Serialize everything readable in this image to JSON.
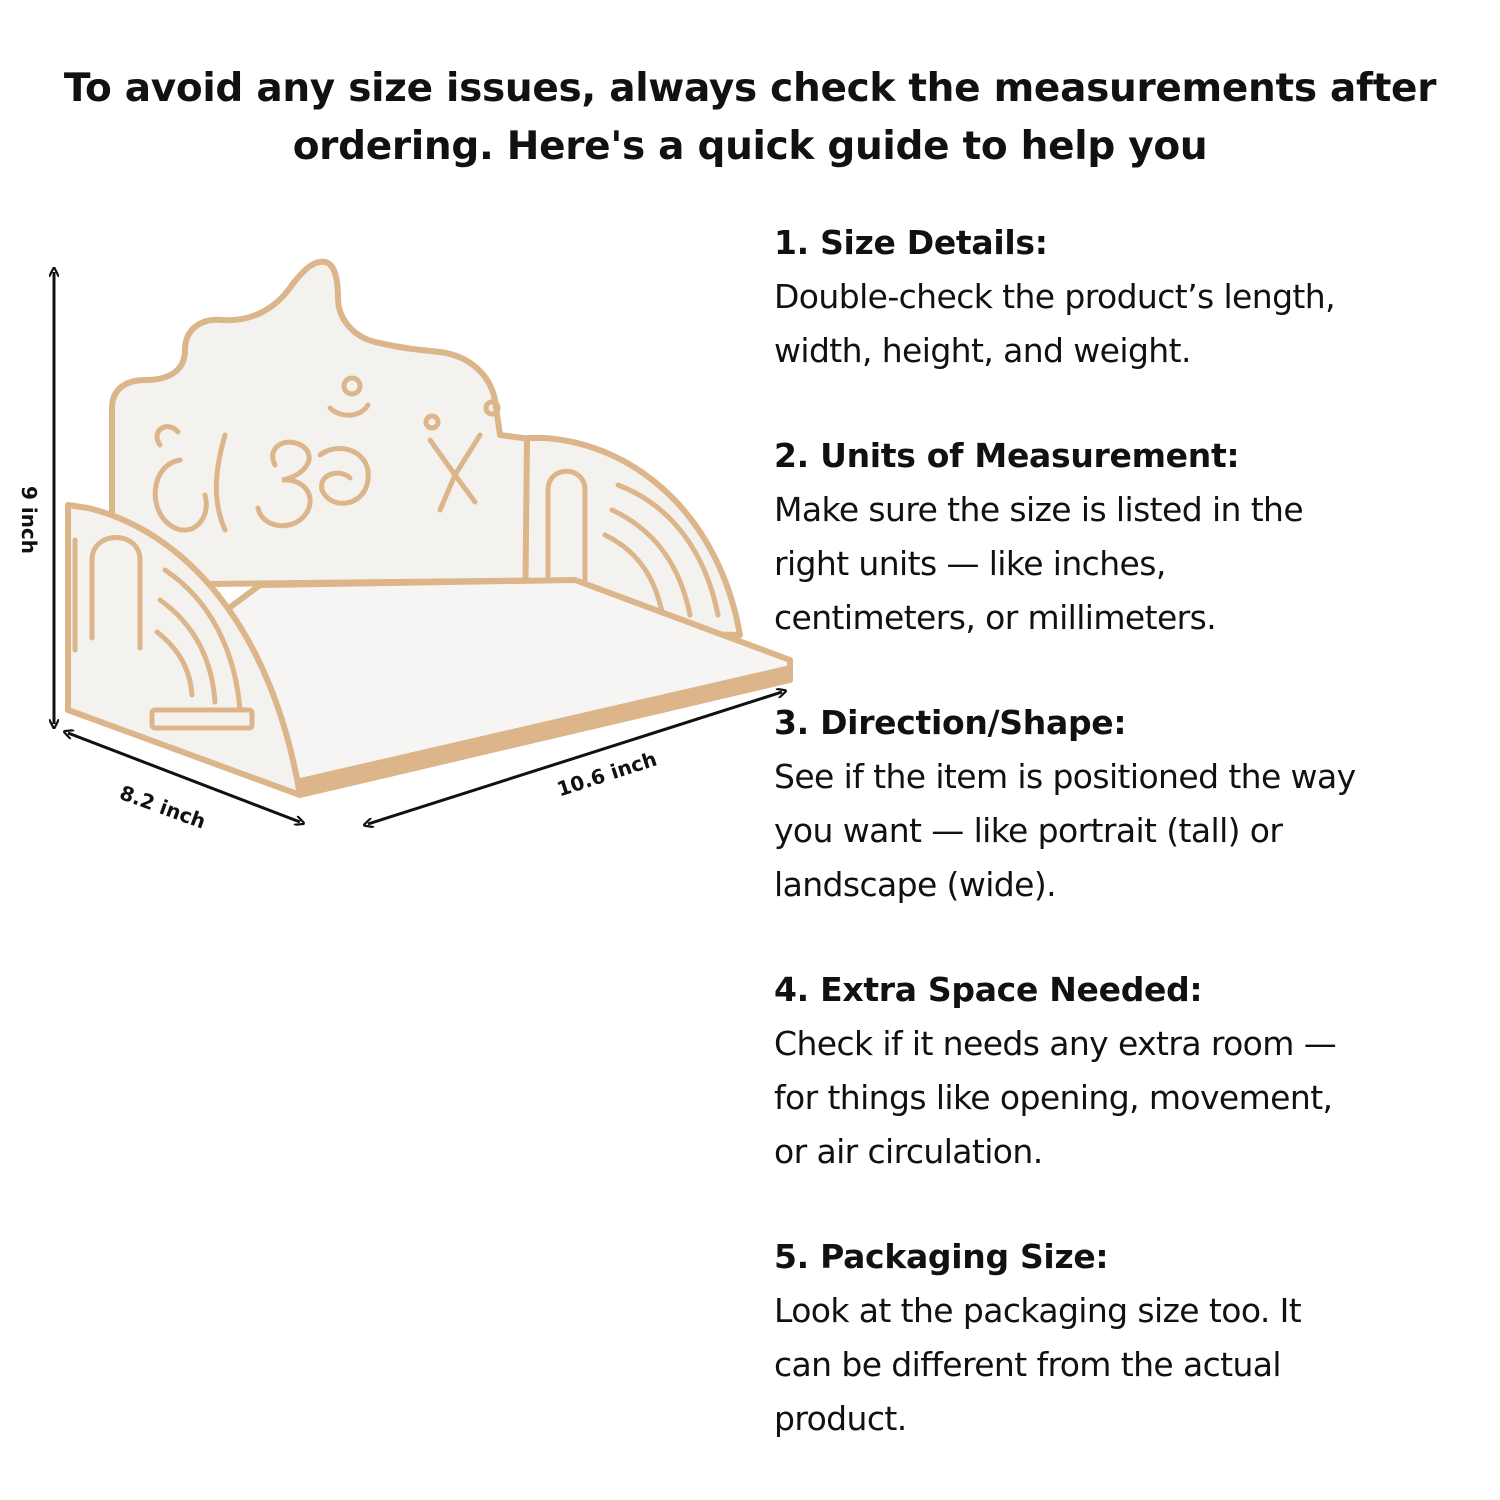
{
  "headline": {
    "line1": "To avoid any size issues, always check the measurements after",
    "line2": "ordering. Here's a quick guide to help you"
  },
  "dimensions": {
    "height_label": "9 inch",
    "depth_label": "8.2 inch",
    "width_label": "10.6 inch"
  },
  "colors": {
    "wood_edge": "#dcb58a",
    "panel": "#f4f2ef",
    "text": "#111111"
  },
  "tips": [
    {
      "title": "1. Size Details:",
      "lines": [
        " Double-check the product’s length,",
        "width, height, and weight."
      ]
    },
    {
      "title": "2. Units of Measurement:",
      "lines": [
        " Make sure the size is listed in the",
        "right units — like inches,",
        "centimeters, or millimeters."
      ]
    },
    {
      "title": "3. Direction/Shape:",
      "lines": [
        " See if the item is positioned the way",
        "you want — like portrait (tall) or",
        "landscape (wide)."
      ]
    },
    {
      "title": "4. Extra Space Needed:",
      "lines": [
        " Check if it needs any extra room —",
        "for things like opening, movement,",
        "or air circulation."
      ]
    },
    {
      "title": "5. Packaging Size:",
      "lines": [
        " Look at the packaging size too. It",
        "can be different from the actual",
        "product."
      ]
    }
  ]
}
